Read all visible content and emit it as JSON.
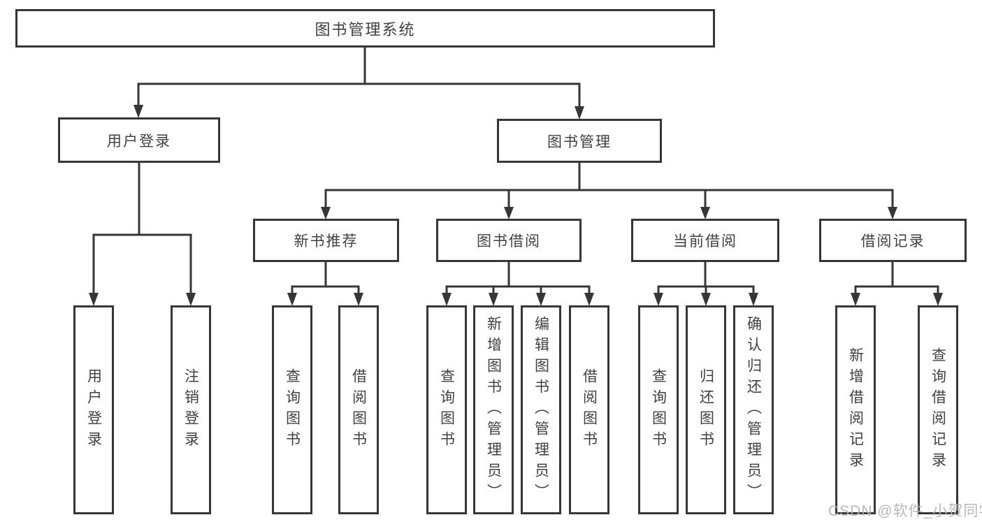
{
  "diagram": {
    "root": "图书管理系统",
    "level2": [
      "用户登录",
      "图书管理"
    ],
    "level3": [
      "新书推荐",
      "图书借阅",
      "当前借阅",
      "借阅记录"
    ],
    "leaves": [
      "用户登录",
      "注销登录",
      "查询图书",
      "借阅图书",
      "查询图书",
      "新增图书（管理员）",
      "编辑图书（管理员）",
      "借阅图书",
      "查询图书",
      "归还图书",
      "确认归还（管理员）",
      "新增借阅记录",
      "查询借阅记录"
    ],
    "hierarchy": {
      "图书管理系统": [
        "用户登录",
        "图书管理"
      ],
      "用户登录": [
        "用户登录",
        "注销登录"
      ],
      "图书管理": [
        "新书推荐",
        "图书借阅",
        "当前借阅",
        "借阅记录"
      ],
      "新书推荐": [
        "查询图书",
        "借阅图书"
      ],
      "图书借阅": [
        "查询图书",
        "新增图书（管理员）",
        "编辑图书（管理员）",
        "借阅图书"
      ],
      "当前借阅": [
        "查询图书",
        "归还图书",
        "确认归还（管理员）"
      ],
      "借阅记录": [
        "新增借阅记录",
        "查询借阅记录"
      ]
    },
    "watermark": "CSDN @软件_小贺同学",
    "colors": {
      "line": "#363636",
      "text": "#414141",
      "background": "#ffffff",
      "watermark": "#b3b3b3"
    }
  }
}
